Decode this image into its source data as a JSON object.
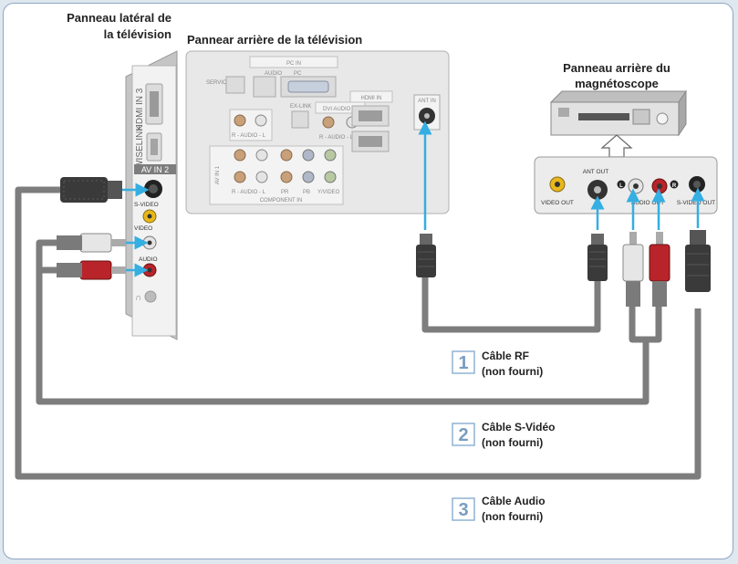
{
  "titles": {
    "side_panel_line1": "Panneau latéral de",
    "side_panel_line2": "la télévision",
    "rear_panel": "Pannear arrière de la télévision",
    "vcr_line1": "Panneau arrière du",
    "vcr_line2": "magnétoscope"
  },
  "side_panel": {
    "hdmi": "HDMI IN 3",
    "wiselink": "WISELINK",
    "av_in": "AV IN 2",
    "svideo": "S-VIDEO",
    "video": "VIDEO",
    "audio": "AUDIO"
  },
  "tv_rear": {
    "pc_in": "PC IN",
    "audio": "AUDIO",
    "pc": "PC",
    "service": "SERVICE",
    "ex_link": "EX-LINK",
    "dvi_audio_in": "DVI AUDIO IN",
    "hdmi_in": "HDMI IN",
    "ant_in": "ANT IN",
    "audio_rl": "R - AUDIO - L",
    "component_in": "COMPONENT IN",
    "av_in": "AV IN 1",
    "pr": "PR",
    "pb": "PB",
    "y_video": "Y/VIDEO"
  },
  "vcr": {
    "video_out": "VIDEO OUT",
    "ant_out": "ANT OUT",
    "audio_out": "AUDIO OUT",
    "svideo_out": "S-VIDEO OUT",
    "left_mark": "L",
    "right_mark": "R"
  },
  "cables": [
    {
      "number": "1",
      "name": "Câble RF",
      "note": "(non fourni)"
    },
    {
      "number": "2",
      "name": "Câble S-Vidéo",
      "note": "(non fourni)"
    },
    {
      "number": "3",
      "name": "Câble Audio",
      "note": "(non fourni)"
    }
  ],
  "colors": {
    "cable_gray": "#7d7d7d",
    "arrow_blue": "#35aee2",
    "jack_yellow": "#e8b81c",
    "jack_red": "#b8242a",
    "jack_white": "#e4e4e4",
    "badge_border": "#8fb2d4"
  }
}
